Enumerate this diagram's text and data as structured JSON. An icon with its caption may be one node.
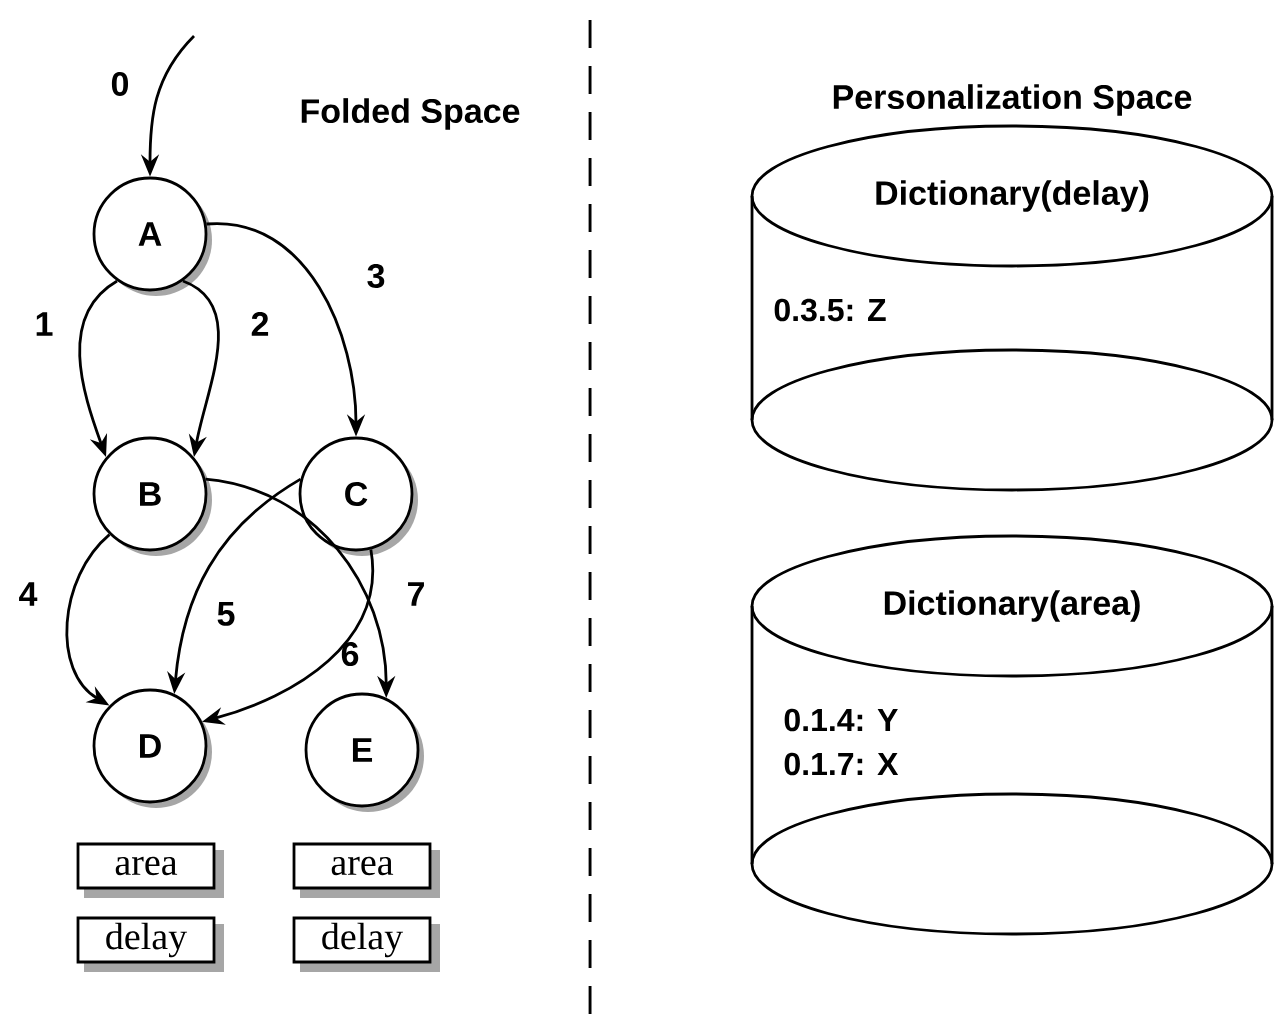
{
  "diagram": {
    "nodes": [
      {
        "text": [
          "A"
        ]
      },
      {
        "text": [
          "B"
        ]
      },
      {
        "text": [
          "C"
        ]
      },
      {
        "text": [
          "D"
        ]
      },
      {
        "text": [
          "E"
        ]
      },
      {
        "text": [
          "area"
        ]
      },
      {
        "text": [
          "delay"
        ]
      },
      {
        "text": [
          "area"
        ]
      },
      {
        "text": [
          "delay"
        ]
      },
      {
        "text": [
          "Dictionary(delay)",
          "0.3.5: Z"
        ]
      },
      {
        "text": [
          "Dictionary(area)",
          "0.1.4: Y",
          "0.1.7: X"
        ]
      }
    ],
    "edges": [
      {
        "from": null,
        "to": 0,
        "arrow": "to",
        "label": "0"
      },
      {
        "from": 0,
        "to": 1,
        "arrow": "to",
        "label": "1"
      },
      {
        "from": 0,
        "to": 1,
        "arrow": "to",
        "label": "2"
      },
      {
        "from": 0,
        "to": 2,
        "arrow": "to",
        "label": "3"
      },
      {
        "from": 1,
        "to": 3,
        "arrow": "to",
        "label": "4"
      },
      {
        "from": 2,
        "to": 3,
        "arrow": "to",
        "label": "5"
      },
      {
        "from": 2,
        "to": 3,
        "arrow": "to",
        "label": "6"
      },
      {
        "from": 1,
        "to": 4,
        "arrow": "to",
        "label": "7"
      }
    ],
    "labels": [
      "Folded Space",
      "Personalization Space"
    ]
  }
}
